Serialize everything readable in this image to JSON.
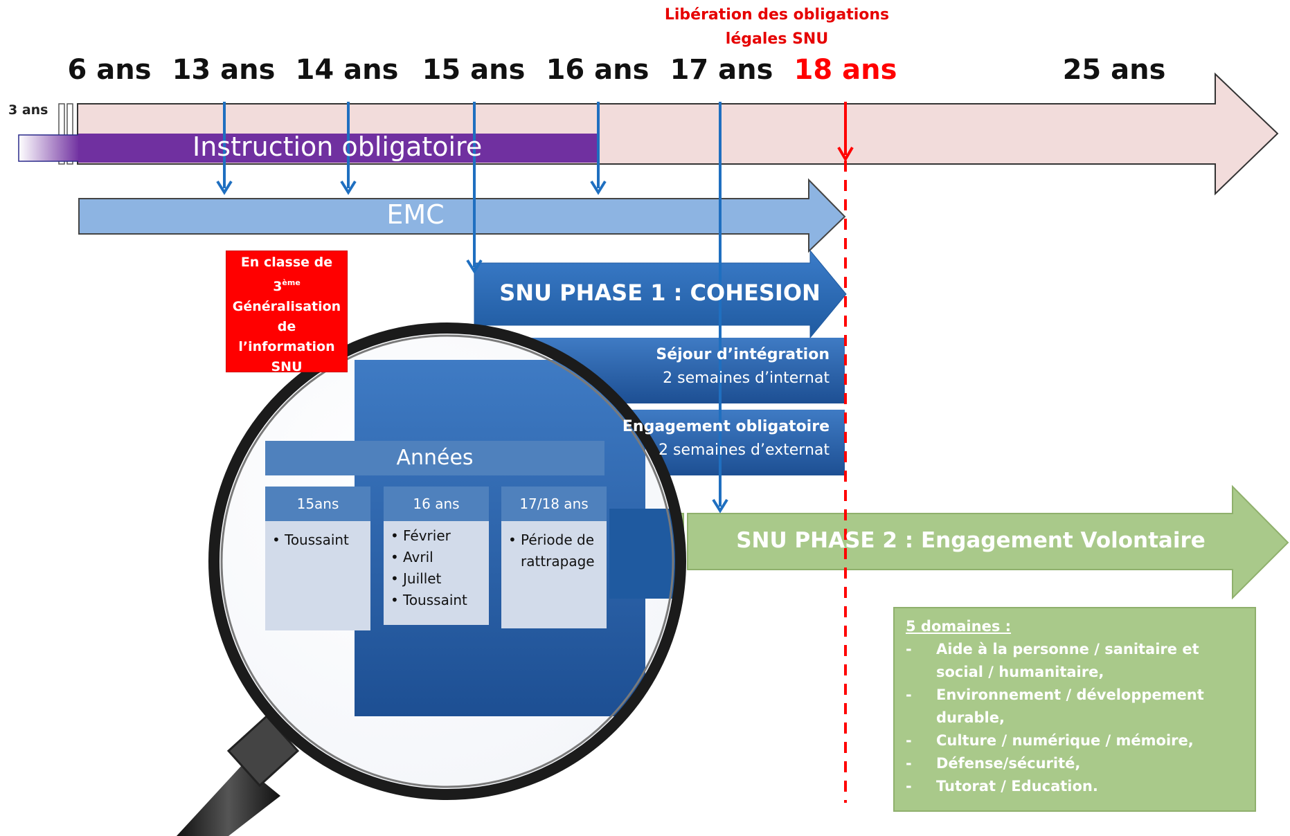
{
  "header": {
    "liberation_line1": "Libération des obligations",
    "liberation_line2": "légales SNU"
  },
  "ages": [
    "6 ans",
    "13 ans",
    "14 ans",
    "15 ans",
    "16 ans",
    "17 ans",
    "18 ans",
    "25 ans"
  ],
  "age_small": "3 ans",
  "bars": {
    "instruction": "Instruction obligatoire",
    "emc": "EMC",
    "phase1": "SNU PHASE 1 : COHESION",
    "phase2": "SNU PHASE 2 : Engagement Volontaire"
  },
  "red_box": {
    "line1": "En classe de",
    "line2_num": "3",
    "line2_sup": "ème",
    "line3": "Généralisation",
    "line4": "de",
    "line5": "l’information",
    "line6": "SNU"
  },
  "sejour": {
    "title": "Séjour d’intégration",
    "detail": "2 semaines d’internat"
  },
  "engagement": {
    "title": "Engagement obligatoire",
    "detail": "2 semaines d’externat"
  },
  "annees": {
    "title": "Années",
    "columns": [
      {
        "header": "15ans",
        "items": [
          "Toussaint"
        ]
      },
      {
        "header": "16 ans",
        "items": [
          "Février",
          "Avril",
          "Juillet",
          "Toussaint"
        ]
      },
      {
        "header": "17/18 ans",
        "items": [
          "Période de rattrapage"
        ]
      }
    ]
  },
  "domains": {
    "title": "5 domaines :",
    "items": [
      "Aide à la personne / sanitaire et social / humanitaire,",
      "Environnement / développement durable,",
      "Culture / numérique / mémoire,",
      "Défense/sécurité,",
      "Tutorat / Education."
    ]
  },
  "colors": {
    "timeline_fill": "#f2dcdb",
    "instruction": "#7030a0",
    "emc": "#8db4e2",
    "phase1": "#2e6bb5",
    "phase2": "#a9c98a",
    "age_18": "#ff0000",
    "marker_blue": "#1f6fc0",
    "deadline_red": "#ff0000"
  }
}
